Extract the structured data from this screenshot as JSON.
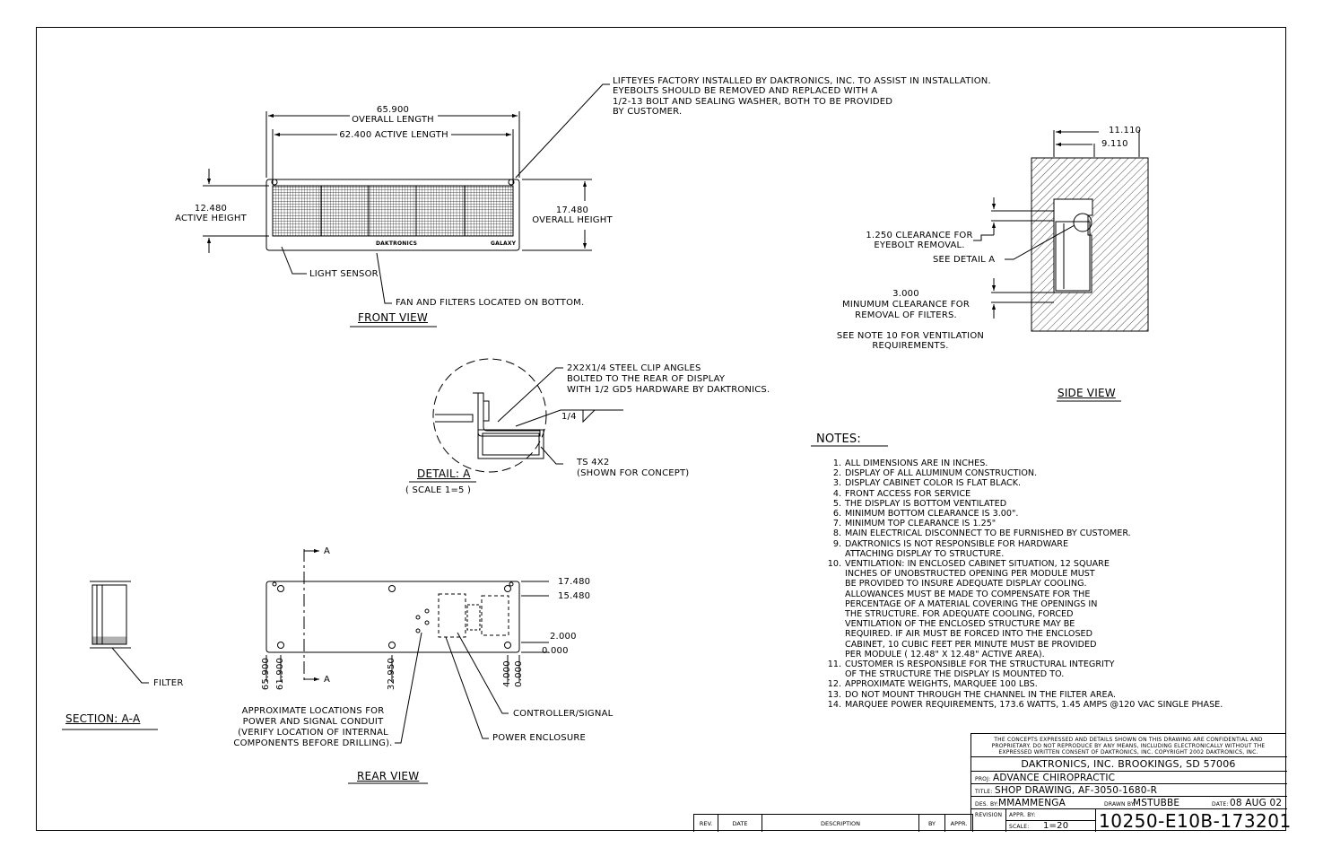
{
  "drawing": {
    "front_view": {
      "overall_length": "65.900",
      "overall_length_label": "OVERALL LENGTH",
      "active_length": "62.400 ACTIVE LENGTH",
      "active_height": "12.480",
      "active_height_label": "ACTIVE HEIGHT",
      "overall_height": "17.480",
      "overall_height_label": "OVERALL HEIGHT",
      "brand_left": "DAKTRONICS",
      "brand_right": "GALAXY",
      "light_sensor": "LIGHT SENSOR",
      "fan_note": "FAN AND FILTERS LOCATED ON BOTTOM.",
      "view_title": "FRONT VIEW",
      "lifteyes_note": [
        "LIFTEYES FACTORY INSTALLED BY DAKTRONICS, INC. TO ASSIST IN INSTALLATION.",
        "EYEBOLTS SHOULD BE REMOVED AND REPLACED WITH A",
        "1/2-13 BOLT AND SEALING WASHER, BOTH TO BE PROVIDED",
        "BY CUSTOMER."
      ]
    },
    "side_view": {
      "dim_outer": "11.110",
      "dim_inner": "9.110",
      "clearance_eyebolt": [
        "1.250 CLEARANCE FOR",
        "EYEBOLT REMOVAL."
      ],
      "see_detail": "SEE DETAIL A",
      "clearance_filters": [
        "3.000",
        "MINUMUM CLEARANCE FOR",
        "REMOVAL OF FILTERS."
      ],
      "ventilation_note": [
        "SEE NOTE 10 FOR VENTILATION",
        "REQUIREMENTS."
      ],
      "view_title": "SIDE VIEW"
    },
    "detail_a": {
      "clip_note": [
        "2X2X1/4 STEEL CLIP ANGLES",
        "BOLTED TO THE REAR OF DISPLAY",
        "WITH 1/2 GD5 HARDWARE BY DAKTRONICS."
      ],
      "weld": "1/4",
      "ts_note": [
        "TS 4X2",
        "(SHOWN FOR CONCEPT)"
      ],
      "title": "DETAIL: A",
      "scale": "( SCALE 1=5 )"
    },
    "section": {
      "filter": "FILTER",
      "title": "SECTION: A-A"
    },
    "rear_view": {
      "section_marker": "A",
      "dim_right": [
        "17.480",
        "15.480",
        "2.000",
        "0.000"
      ],
      "dim_bottom": [
        "65.900",
        "61.900",
        "32.950",
        "4.000",
        "0.000"
      ],
      "conduit_note": [
        "APPROXIMATE LOCATIONS FOR",
        "POWER AND SIGNAL CONDUIT",
        "(VERIFY LOCATION OF INTERNAL",
        "COMPONENTS BEFORE DRILLING)."
      ],
      "controller": "CONTROLLER/SIGNAL",
      "power": "POWER ENCLOSURE",
      "view_title": "REAR VIEW"
    },
    "notes": {
      "title": "NOTES:",
      "items": [
        [
          "ALL DIMENSIONS ARE IN INCHES."
        ],
        [
          "DISPLAY OF ALL ALUMINUM CONSTRUCTION."
        ],
        [
          "DISPLAY CABINET COLOR IS FLAT BLACK."
        ],
        [
          "FRONT ACCESS FOR SERVICE"
        ],
        [
          "THE DISPLAY IS BOTTOM VENTILATED"
        ],
        [
          "MINIMUM BOTTOM CLEARANCE IS 3.00\"."
        ],
        [
          "MINIMUM TOP CLEARANCE IS 1.25\""
        ],
        [
          "MAIN ELECTRICAL DISCONNECT TO BE FURNISHED BY CUSTOMER."
        ],
        [
          "DAKTRONICS IS NOT RESPONSIBLE FOR HARDWARE",
          "ATTACHING DISPLAY TO STRUCTURE."
        ],
        [
          "VENTILATION: IN ENCLOSED CABINET SITUATION, 12 SQUARE",
          "INCHES OF UNOBSTRUCTED OPENING PER MODULE MUST",
          "BE PROVIDED TO INSURE ADEQUATE DISPLAY COOLING.",
          "ALLOWANCES MUST BE MADE TO COMPENSATE FOR THE",
          "PERCENTAGE OF A MATERIAL COVERING THE OPENINGS IN",
          "THE STRUCTURE.  FOR ADEQUATE COOLING, FORCED",
          "VENTILATION OF THE ENCLOSED STRUCTURE MAY BE",
          "REQUIRED.  IF AIR MUST BE FORCED INTO THE ENCLOSED",
          "CABINET, 10 CUBIC FEET PER MINUTE MUST BE PROVIDED",
          "PER MODULE ( 12.48\" X 12.48\" ACTIVE AREA)."
        ],
        [
          "CUSTOMER IS RESPONSIBLE FOR THE STRUCTURAL INTEGRITY",
          "OF THE STRUCTURE THE DISPLAY IS MOUNTED TO."
        ],
        [
          "APPROXIMATE WEIGHTS, MARQUEE 100 LBS."
        ],
        [
          "DO NOT MOUNT THROUGH THE CHANNEL IN THE FILTER AREA."
        ],
        [
          "MARQUEE POWER REQUIREMENTS, 173.6 WATTS, 1.45 AMPS @120 VAC SINGLE PHASE."
        ]
      ]
    },
    "title_block": {
      "confidential": [
        "THE CONCEPTS  EXPRESSED  AND  DETAILS SHOWN ON THIS DRAWING ARE CONFIDENTIAL AND",
        "PROPRIETARY.  DO NOT REPRODUCE BY ANY MEANS, INCLUDING ELECTRONICALLY WITHOUT THE",
        "EXPRESSED WRITTEN CONSENT OF DAKTRONICS, INC.          COPYRIGHT 2002 DAKTRONICS, INC."
      ],
      "company": "DAKTRONICS, INC.  BROOKINGS, SD 57006",
      "proj_label": "PROJ:",
      "proj": "ADVANCE CHIROPRACTIC",
      "title_label": "TITLE:",
      "title": "SHOP DRAWING, AF-3050-1680-R",
      "des_label": "DES. BY:",
      "des": "MMAMMENGA",
      "drawn_label": "DRAWN BY:",
      "drawn": "MSTUBBE",
      "date_label": "DATE:",
      "date": "08 AUG 02",
      "revision_label": "REVISION",
      "appr_label": "APPR. BY:",
      "scale_label": "SCALE:",
      "scale": "1=20",
      "drawing_number": "10250-E10B-173201"
    },
    "revision_table": {
      "rev": "REV.",
      "date": "DATE",
      "description": "DESCRIPTION",
      "by": "BY",
      "appr": "APPR."
    }
  }
}
